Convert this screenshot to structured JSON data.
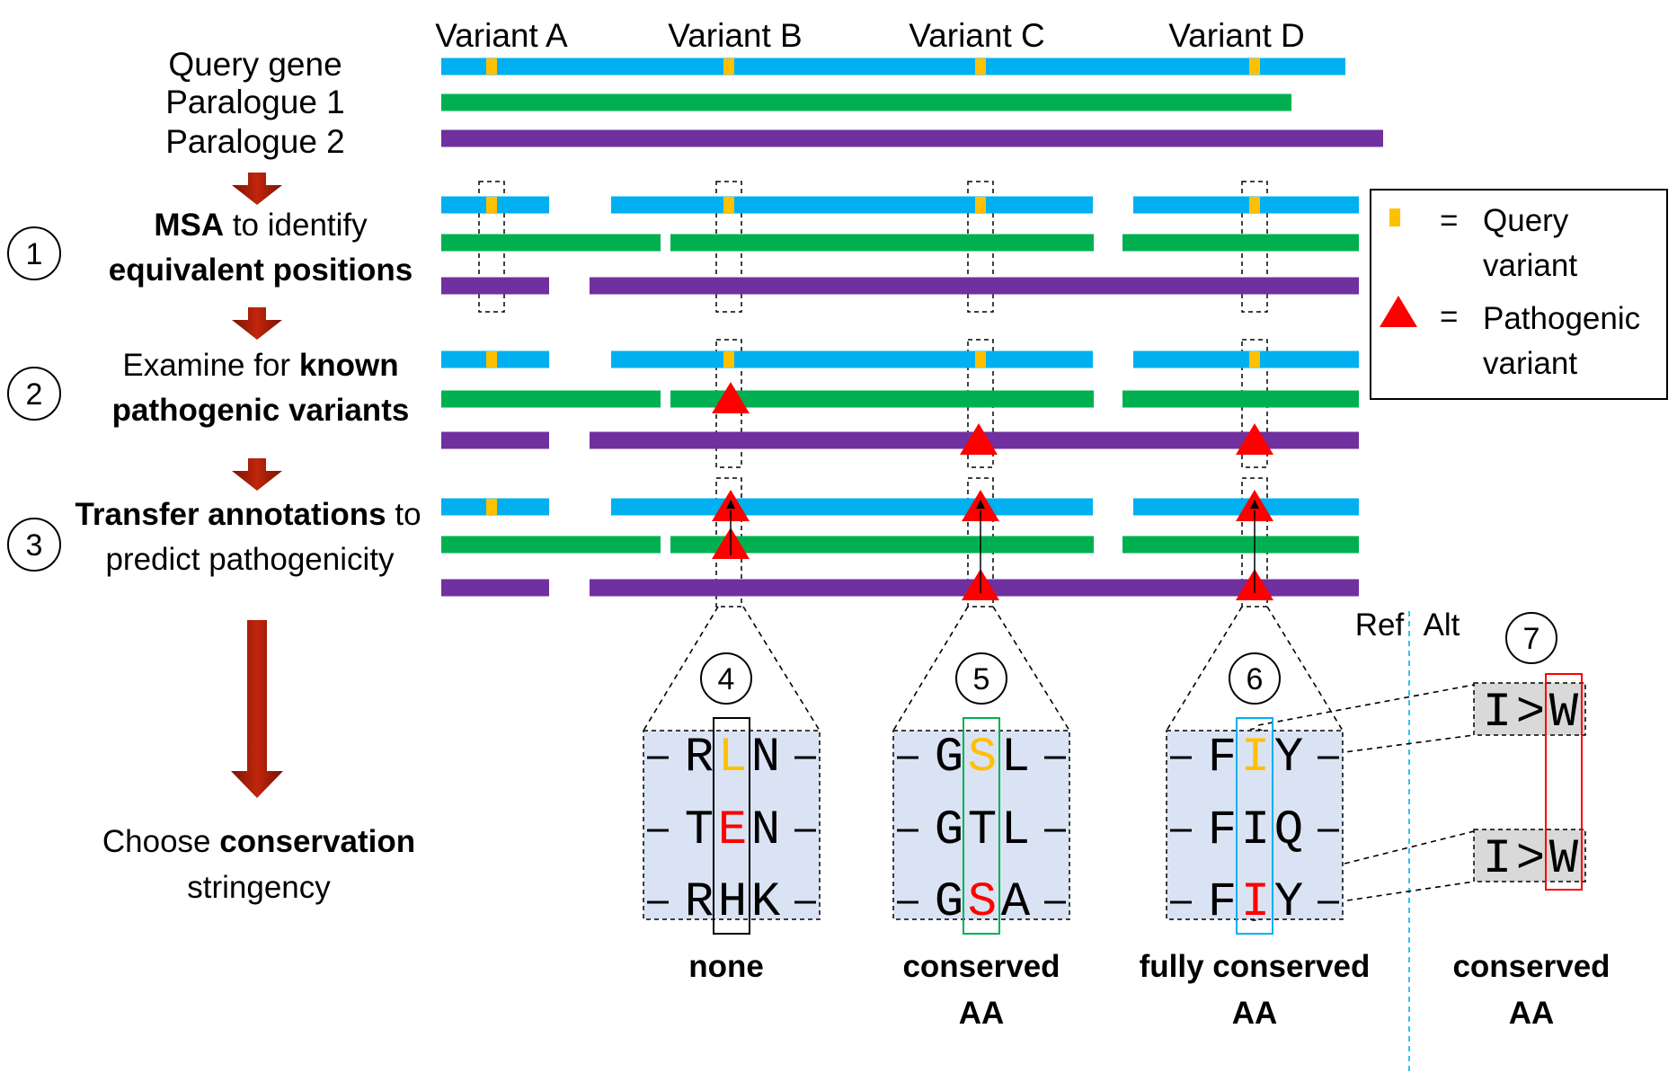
{
  "colors": {
    "query": "#00b0f0",
    "paralogue1": "#00b050",
    "paralogue2": "#7030a0",
    "query_variant": "#ffc000",
    "pathogenic": "#ff0000",
    "arrow": "#a31c08",
    "box_fill": "#dae3f3",
    "bases_fill": "#d9d9d9",
    "highlight_black": "#000000",
    "highlight_green": "#00b050",
    "highlight_blue": "#00b0f0",
    "highlight_red": "#ff0000",
    "ref_alt_divider": "#00b0f0"
  },
  "variants": [
    "Variant A",
    "Variant B",
    "Variant C",
    "Variant D"
  ],
  "genes": [
    "Query gene",
    "Paralogue 1",
    "Paralogue 2"
  ],
  "steps": [
    {
      "number": "1",
      "parts": [
        [
          "MSA",
          true
        ],
        [
          " to identify",
          false
        ],
        [
          "equivalent positions",
          true
        ]
      ]
    },
    {
      "number": "2",
      "parts": [
        [
          "Examine for ",
          false
        ],
        [
          "known",
          true
        ],
        [
          "pathogenic variants",
          true
        ]
      ]
    },
    {
      "number": "3",
      "parts": [
        [
          "Transfer annotations",
          true
        ],
        [
          " to",
          false
        ],
        [
          "predict pathogenicity",
          false
        ]
      ]
    }
  ],
  "choose": {
    "line1_plain": "Choose ",
    "line1_bold": "conservation",
    "line2": "stringency"
  },
  "legend": {
    "equals": "=",
    "query_line1": "Query",
    "query_line2": "variant",
    "patho_line1": "Pathogenic",
    "patho_line2": "variant"
  },
  "ref_alt": {
    "ref": "Ref",
    "alt": "Alt"
  },
  "alignments": [
    {
      "number": "4",
      "rows": [
        "RLN",
        "TEN",
        "RHK"
      ],
      "middle_colors": [
        "query_variant",
        "pathogenic",
        "none"
      ],
      "caption": [
        "none"
      ],
      "highlight": "highlight_black"
    },
    {
      "number": "5",
      "rows": [
        "GSL",
        "GTL",
        "GSA"
      ],
      "middle_colors": [
        "query_variant",
        "none",
        "pathogenic"
      ],
      "caption": [
        "conserved",
        "AA"
      ],
      "highlight": "highlight_green"
    },
    {
      "number": "6",
      "rows": [
        "FIY",
        "FIQ",
        "FIY"
      ],
      "middle_colors": [
        "query_variant",
        "none",
        "pathogenic"
      ],
      "caption": [
        "fully conserved",
        "AA"
      ],
      "highlight": "highlight_blue"
    }
  ],
  "substitution": {
    "number": "7",
    "rows": [
      {
        "ref": "I",
        "op": ">",
        "alt": "W"
      },
      {
        "ref": "I",
        "op": ">",
        "alt": "W"
      }
    ],
    "caption": [
      "conserved",
      "AA"
    ]
  },
  "alignment_dash": "-"
}
